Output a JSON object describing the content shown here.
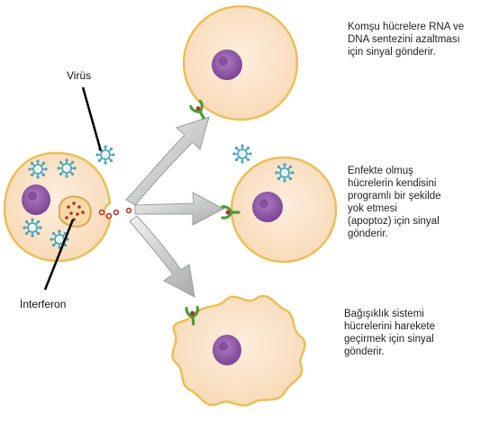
{
  "labels": {
    "virus": "Virüs",
    "interferon": "İnterferon"
  },
  "captions": {
    "top": "Komşu hücrelere RNA ve\nDNA sentezini azaltması\niçin sinyal gönderir.",
    "middle": "Enfekte olmuş\nhücrelerin kendisini\nprogramlı bir şekilde\nyok etmesi\n(apoptoz) için sinyal\ngönderir.",
    "bottom": "Bağışıklık sistemi\nhücrelerini harekete\ngeçirmek için sinyal\ngönderir."
  },
  "colors": {
    "cell_fill": "#fbe3c4",
    "cell_outline": "#e8c05a",
    "nucleus": "#8e5aa7",
    "virus": "#4aa3b8",
    "receptor": "#4e9a3a",
    "interferon_dot": "#b0302a",
    "arrow": "#c9cacb"
  }
}
